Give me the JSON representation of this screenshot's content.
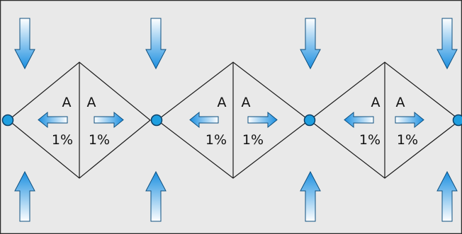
{
  "colors": {
    "background": "#e9e9e9",
    "frame": "#2b2b2b",
    "line": "#1a1a1a",
    "node_fill": "#1f9fe0",
    "node_stroke": "#0b3f66",
    "arrow_dark": "#1b8fe0",
    "arrow_light": "#ffffff",
    "text": "#111111"
  },
  "panels": [
    {
      "left_label": "A",
      "right_label": "A",
      "left_value": "1%",
      "right_value": "1%"
    },
    {
      "left_label": "A",
      "right_label": "A",
      "left_value": "1%",
      "right_value": "1%"
    },
    {
      "left_label": "A",
      "right_label": "A",
      "left_value": "1%",
      "right_value": "1%"
    }
  ],
  "icons": {
    "top_arrow": "down-arrow-icon",
    "bottom_arrow": "up-arrow-icon",
    "side_arrow": "horizontal-arrow-icon",
    "node": "joint-node-icon"
  }
}
